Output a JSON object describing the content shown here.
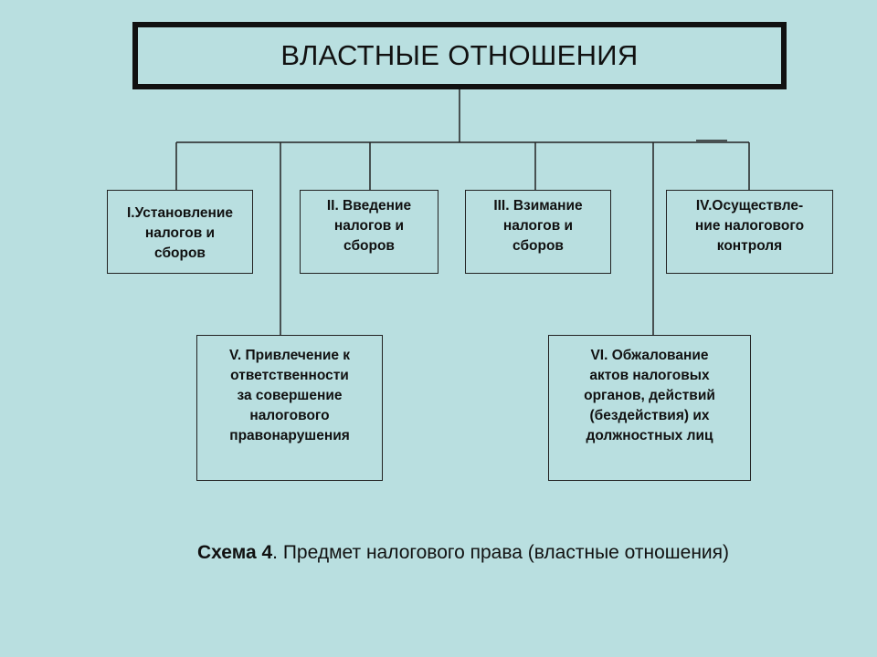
{
  "diagram": {
    "title": "ВЛАСТНЫЕ ОТНОШЕНИЯ",
    "boxes": [
      "I.Установление\nналогов    и\nсборов",
      "II. Введение\nналогов и\nсборов",
      "III. Взимание\nналогов и\nсборов",
      "IV.Осуществле-\nние налогового\nконтроля",
      "V. Привлечение к\nответственности\nза совершение\nналогового\nправонарушения",
      "VI. Обжалование\nактов налоговых\nорганов, действий\n(бездействия) их\nдолжностных лиц"
    ]
  },
  "caption": {
    "label": "Схема 4",
    "text": ". Предмет налогового права (властные отношения)"
  }
}
